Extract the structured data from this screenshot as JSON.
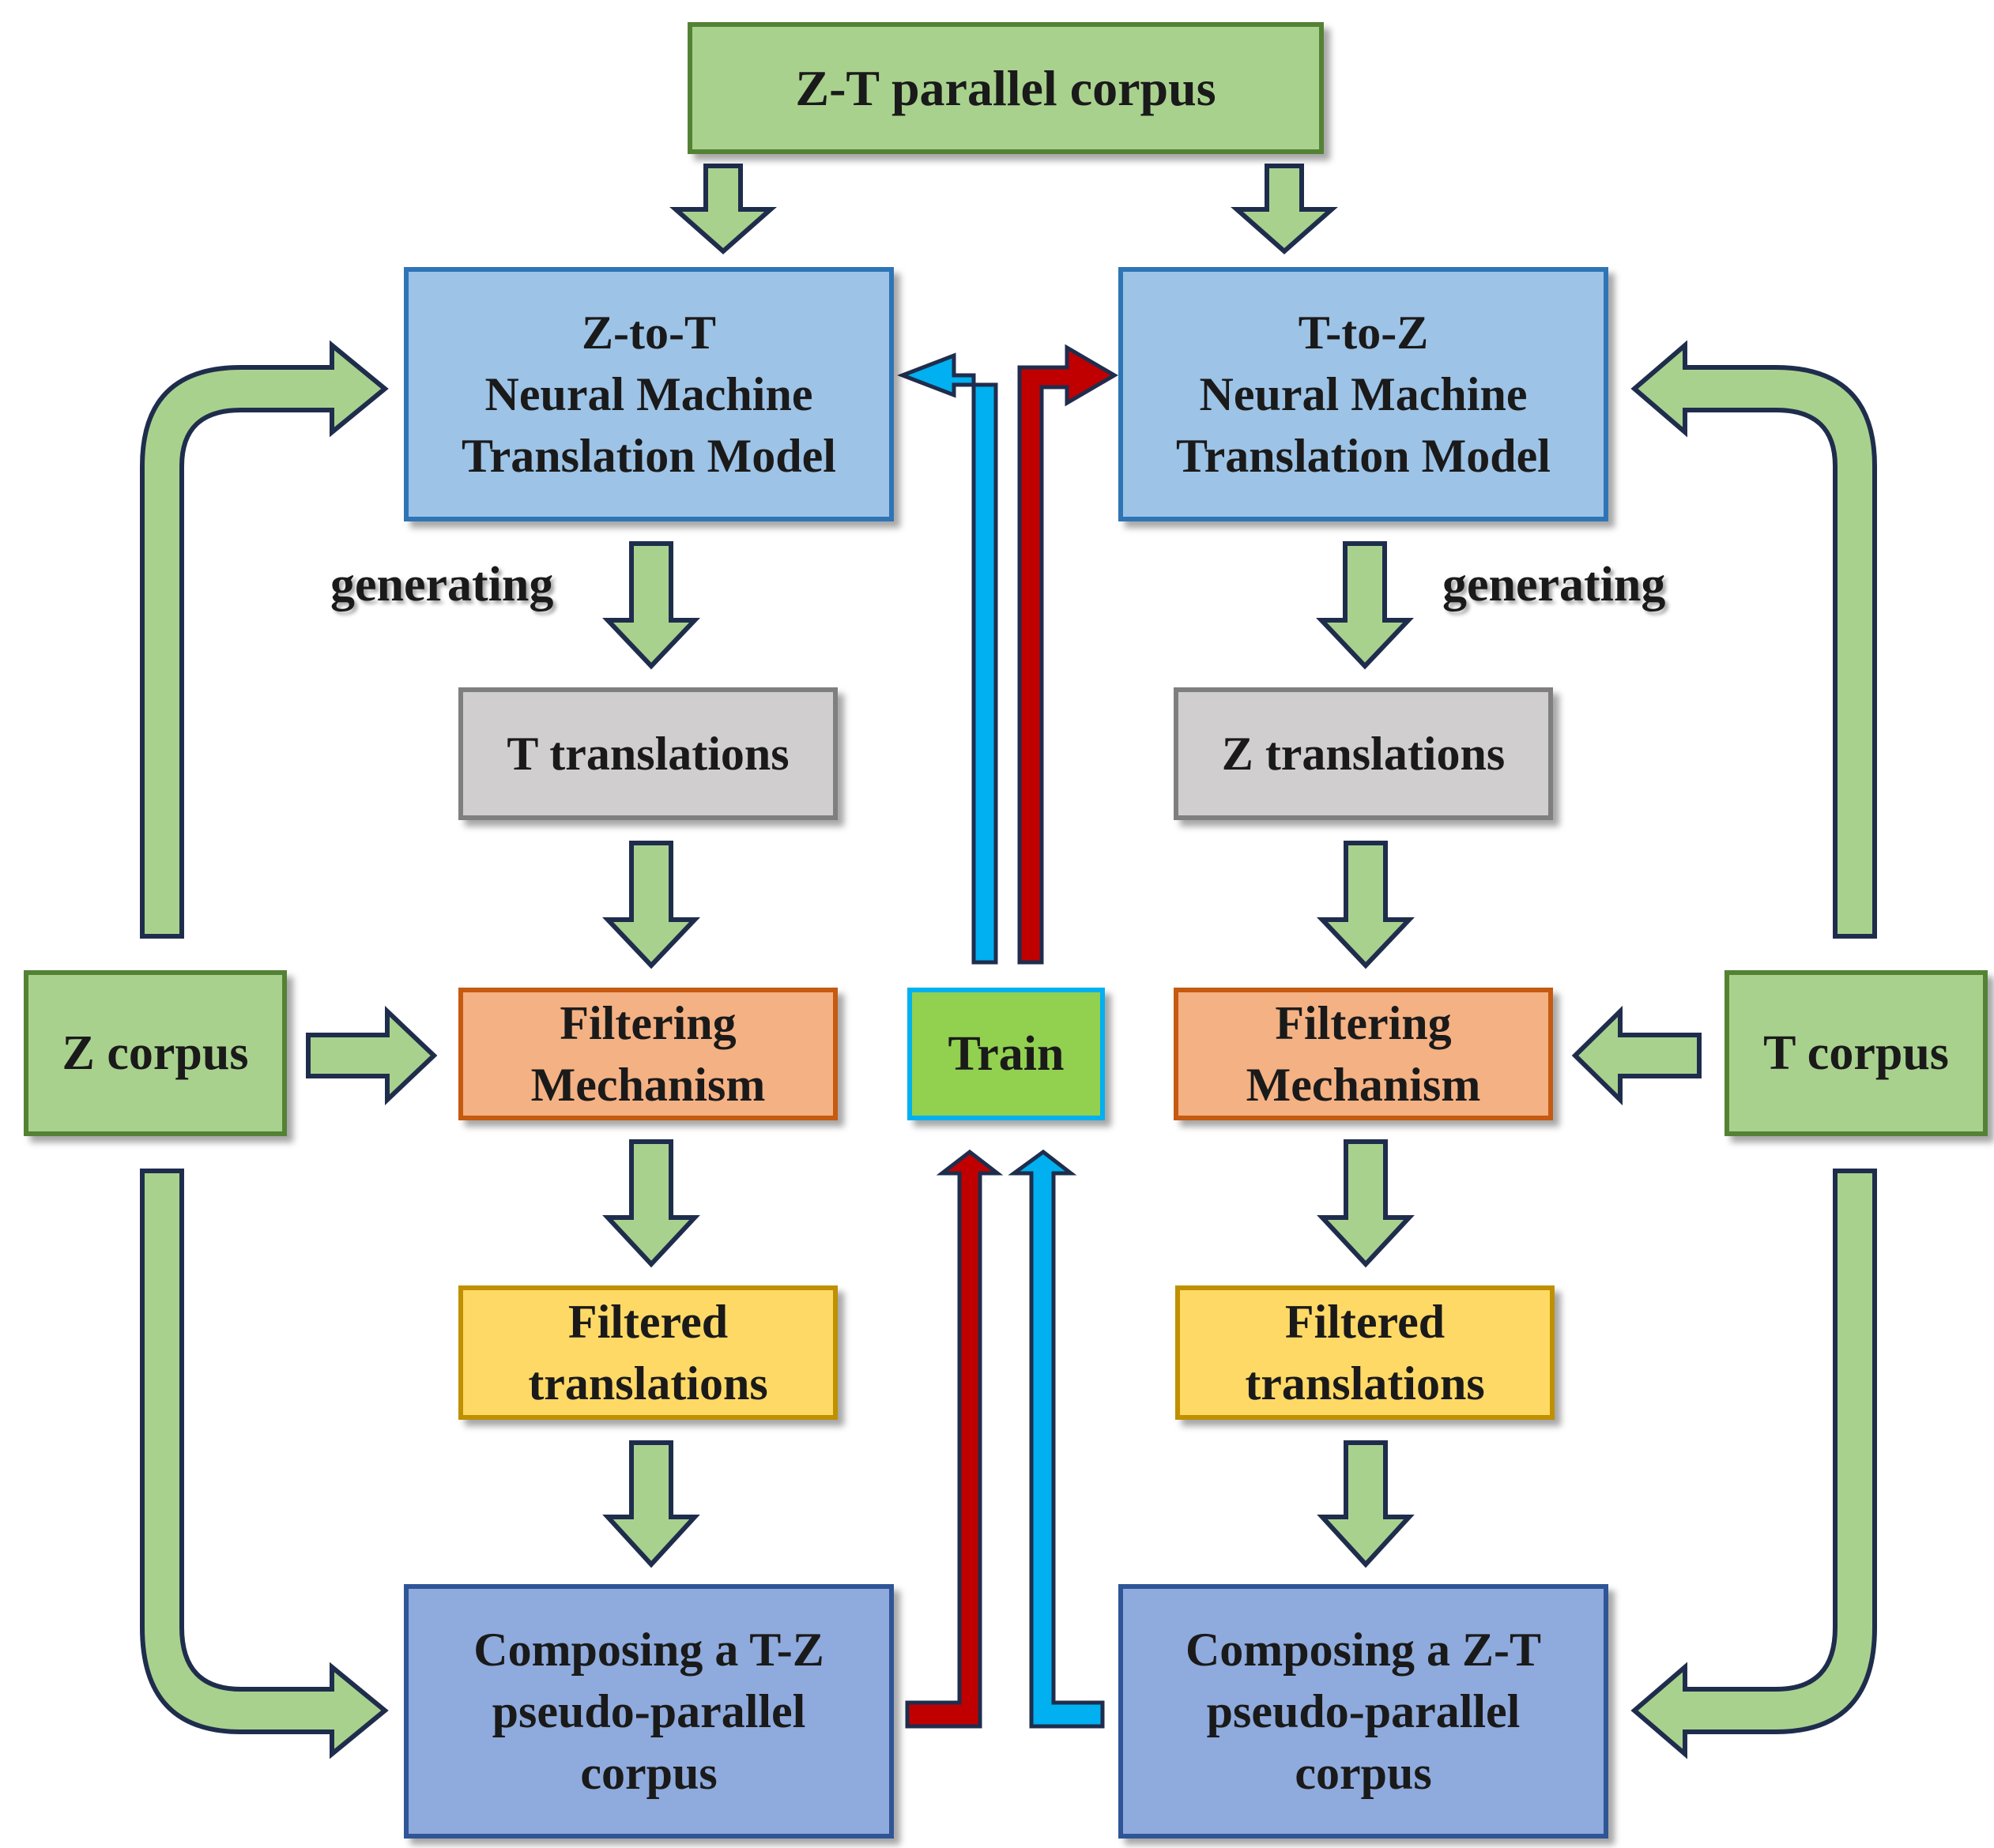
{
  "boxes": {
    "parallel_corpus": "Z-T parallel corpus",
    "zt_model": "Z-to-T\nNeural Machine\nTranslation Model",
    "tz_model": "T-to-Z\nNeural Machine\nTranslation Model",
    "t_translations": "T translations",
    "z_translations": "Z translations",
    "z_corpus": "Z corpus",
    "t_corpus": "T corpus",
    "filter_left": "Filtering\nMechanism",
    "filter_right": "Filtering\nMechanism",
    "train": "Train",
    "filtered_left": "Filtered\ntranslations",
    "filtered_right": "Filtered\ntranslations",
    "compose_tz": "Composing a T-Z\npseudo-parallel\ncorpus",
    "compose_zt": "Composing a Z-T\npseudo-parallel\ncorpus"
  },
  "labels": {
    "generating_left": "generating",
    "generating_right": "generating"
  },
  "colors": {
    "arrow_fill": "#a9d18e",
    "arrow_stroke": "#1f2d4d",
    "train_red": "#c00000",
    "train_blue": "#00b0f0"
  }
}
